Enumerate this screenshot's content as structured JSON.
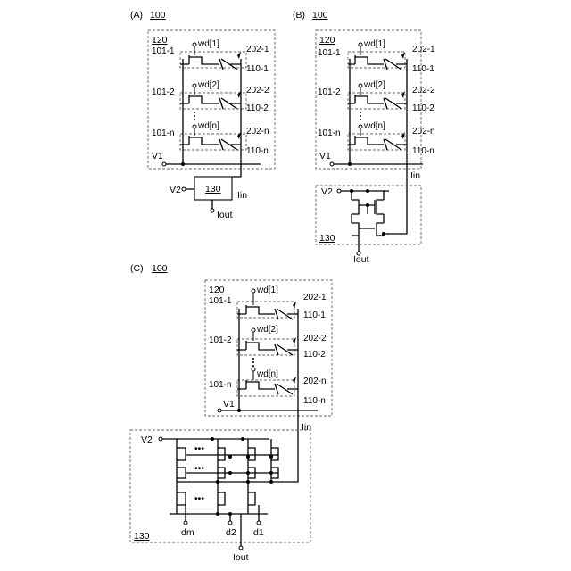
{
  "panels": {
    "A": {
      "tag": "(A)",
      "ref": "100",
      "array_ref": "120",
      "block": "130",
      "rows": [
        {
          "cell": "101-1",
          "wd": "wd[1]",
          "res": "202-1",
          "mem": "110-1"
        },
        {
          "cell": "101-2",
          "wd": "wd[2]",
          "res": "202-2",
          "mem": "110-2"
        },
        {
          "cell": "101-n",
          "wd": "wd[n]",
          "res": "202-n",
          "mem": "110-n"
        }
      ],
      "v1": "V1",
      "v2": "V2",
      "iin": "Iin",
      "iout": "Iout"
    },
    "B": {
      "tag": "(B)",
      "ref": "100",
      "array_ref": "120",
      "block": "130",
      "rows": [
        {
          "cell": "101-1",
          "wd": "wd[1]",
          "res": "202-1",
          "mem": "110-1"
        },
        {
          "cell": "101-2",
          "wd": "wd[2]",
          "res": "202-2",
          "mem": "110-2"
        },
        {
          "cell": "101-n",
          "wd": "wd[n]",
          "res": "202-n",
          "mem": "110-n"
        }
      ],
      "v1": "V1",
      "v2": "V2",
      "iin": "Iin",
      "iout": "Iout"
    },
    "C": {
      "tag": "(C)",
      "ref": "100",
      "array_ref": "120",
      "block": "130",
      "rows": [
        {
          "cell": "101-1",
          "wd": "wd[1]",
          "res": "202-1",
          "mem": "110-1"
        },
        {
          "cell": "101-2",
          "wd": "wd[2]",
          "res": "202-2",
          "mem": "110-2"
        },
        {
          "cell": "101-n",
          "wd": "wd[n]",
          "res": "202-n",
          "mem": "110-n"
        }
      ],
      "v1": "V1",
      "v2": "V2",
      "iin": "Iin",
      "iout": "Iout",
      "digital": [
        "dm",
        "d2",
        "d1"
      ],
      "ellipsis": "•••"
    }
  }
}
